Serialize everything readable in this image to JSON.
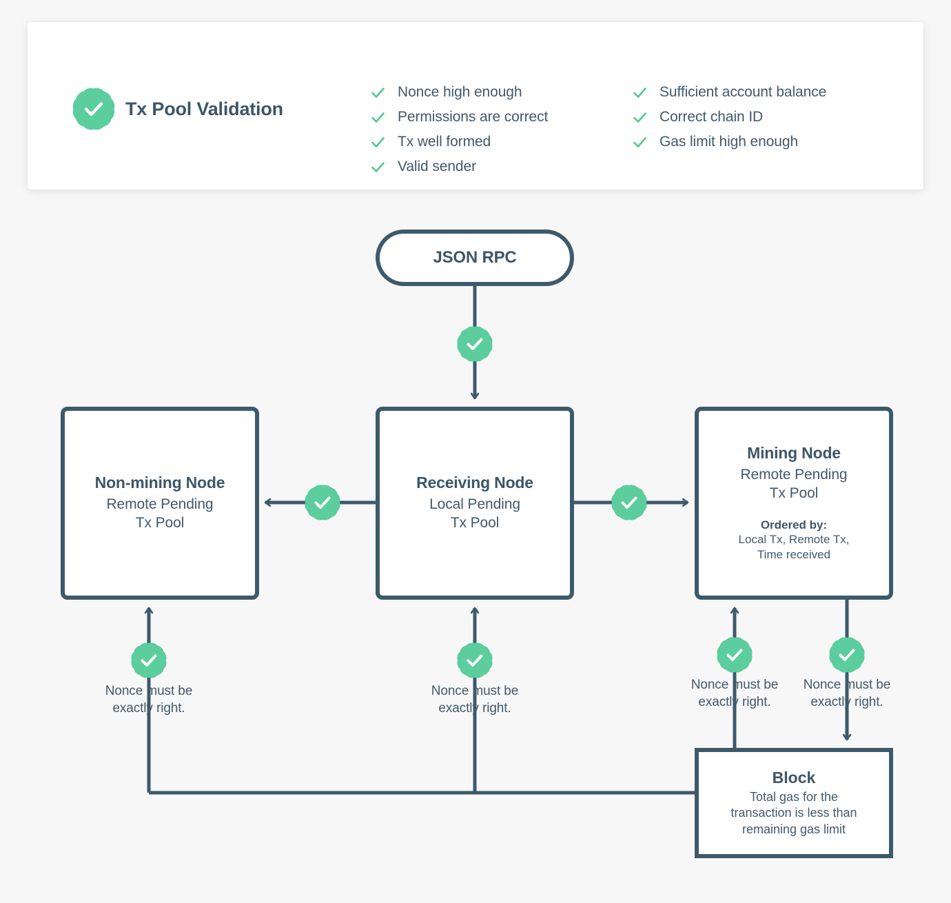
{
  "theme": {
    "page_bg": "#f7f7f7",
    "card_bg": "#ffffff",
    "ink": "#3d5668",
    "ink_soft": "#41596b",
    "stroke": "#3d5a6c",
    "accent_green": "#5ccd9d",
    "tick_green": "#4fc98f"
  },
  "header": {
    "badge_icon": "check-badge-icon",
    "title": "Tx Pool Validation",
    "checks_left": [
      "Nonce high enough",
      "Permissions are correct",
      "Tx well formed",
      "Valid sender"
    ],
    "checks_right": [
      "Sufficient account balance",
      "Correct chain ID",
      "Gas limit high enough"
    ]
  },
  "flow": {
    "entry": {
      "label": "JSON RPC"
    },
    "nodes": [
      {
        "id": "non-mining-node",
        "title": "Non-mining Node",
        "sub_line1": "Remote Pending",
        "sub_line2": "Tx Pool"
      },
      {
        "id": "receiving-node",
        "title": "Receiving Node",
        "sub_line1": "Local Pending",
        "sub_line2": "Tx Pool"
      },
      {
        "id": "mining-node",
        "title": "Mining Node",
        "sub_line1": "Remote Pending",
        "sub_line2": "Tx Pool",
        "ordered_head": "Ordered by:",
        "ordered_line1": "Local Tx, Remote Tx,",
        "ordered_line2": "Time received"
      }
    ],
    "block": {
      "title": "Block",
      "sub_line1": "Total gas for the",
      "sub_line2": "transaction is less than",
      "sub_line3": "remaining gas limit"
    },
    "nonce_note_line1": "Nonce must be",
    "nonce_note_line2": "exactly right.",
    "badge_icon": "check-badge-icon"
  }
}
